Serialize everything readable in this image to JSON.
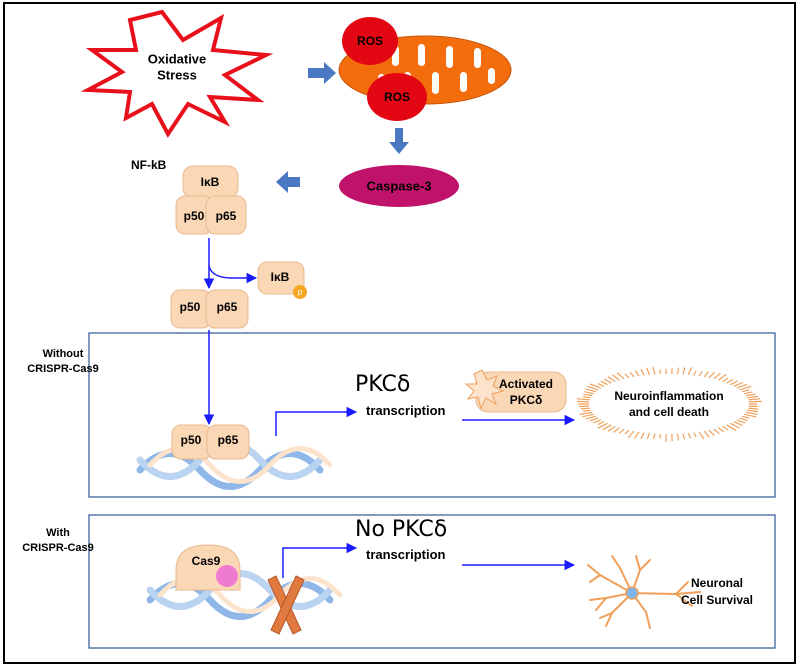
{
  "stress": {
    "line1": "Oxidative",
    "line2": "Stress"
  },
  "ros_top": "ROS",
  "ros_bottom": "ROS",
  "caspase": "Caspase-3",
  "nfkb": {
    "title": "NF-kB",
    "ikb": "IκB",
    "p50": "p50",
    "p65": "p65"
  },
  "ikb_phos": {
    "label": "IκB",
    "badge": "p"
  },
  "dimer_mid": {
    "p50": "p50",
    "p65": "p65"
  },
  "without": {
    "label_line1": "Without",
    "label_line2": "CRISPR-Cas9",
    "p50": "p50",
    "p65": "p65",
    "gene": "PKCδ",
    "transcription": "transcription",
    "activated_line1": "Activated",
    "activated_line2": "PKCδ",
    "outcome_line1": "Neuroinflammation",
    "outcome_line2": "and cell death"
  },
  "with": {
    "label_line1": "With",
    "label_line2": "CRISPR-Cas9",
    "cas9": "Cas9",
    "gene": "No PKCδ",
    "transcription": "transcription",
    "outcome_line1": "Neuronal",
    "outcome_line2": "Cell Survival"
  },
  "colors": {
    "stress_red": "#e8101a",
    "mito_orange": "#f36d0c",
    "ros_red": "#e30613",
    "caspase_magenta": "#c0116b",
    "protein_peach": "#fad7b5",
    "block_arrow_blue": "#4a78c2",
    "flow_blue": "#1a1aff",
    "dna_blue": "#8fb8e8",
    "neuron_orange": "#f0a05a",
    "phospho_orange": "#f5a623",
    "cas9_pink": "#ee7bd0",
    "x_block_orange": "#e07a3e"
  }
}
